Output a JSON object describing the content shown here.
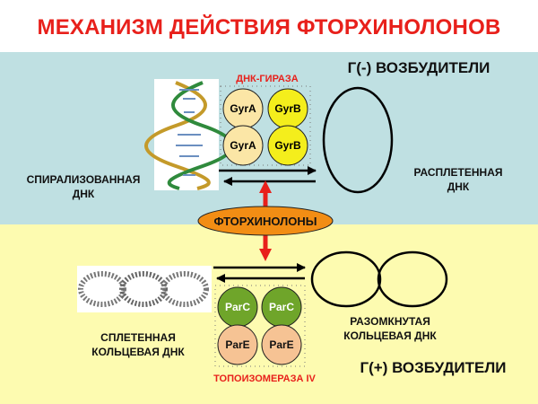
{
  "title": "МЕХАНИЗМ ДЕЙСТВИЯ ФТОРХИНОЛОНОВ",
  "top": {
    "enzyme_label": "ДНК-ГИРАЗА",
    "bacteria_label": "Г(-) ВОЗБУДИТЕЛИ",
    "left_dna_label": [
      "СПИРАЛИЗОВАННАЯ",
      "ДНК"
    ],
    "right_dna_label": [
      "РАСПЛЕТЕННАЯ",
      "ДНК"
    ],
    "subunits": [
      "GyrA",
      "GyrB",
      "GyrA",
      "GyrB"
    ]
  },
  "drug_label": "ФТОРХИНОЛОНЫ",
  "bottom": {
    "enzyme_label": "ТОПОИЗОМЕРАЗА IV",
    "bacteria_label": "Г(+) ВОЗБУДИТЕЛИ",
    "left_dna_label": [
      "СПЛЕТЕННАЯ",
      "КОЛЬЦЕВАЯ ДНК"
    ],
    "right_dna_label": [
      "РАЗОМКНУТАЯ",
      "КОЛЬЦЕВАЯ ДНК"
    ],
    "subunits": [
      "ParC",
      "ParC",
      "ParE",
      "ParE"
    ]
  },
  "colors": {
    "title_red": "#e8201b",
    "top_band": "#bfe0e2",
    "bottom_band": "#fdfbb0",
    "gyrA_fill": "#fbe6a6",
    "gyrB_fill": "#f4ee1c",
    "parC_fill": "#6fa52a",
    "parE_fill": "#f6c394",
    "drug_fill": "#f28d14"
  }
}
